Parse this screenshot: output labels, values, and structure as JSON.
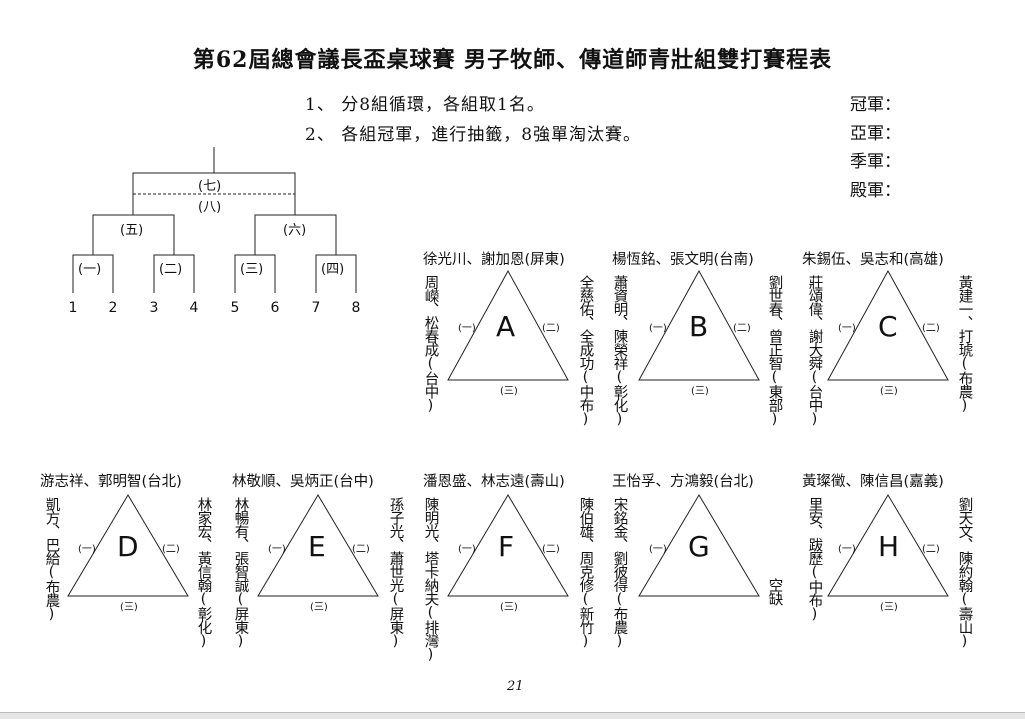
{
  "title": "第62屆總會議長盃桌球賽 男子牧師、傳道師青壯組雙打賽程表",
  "rules": [
    "1、 分8組循環，各組取1名。",
    "2、 各組冠軍，進行抽籤，8強單淘汰賽。"
  ],
  "medals": [
    "冠軍：",
    "亞軍：",
    "季軍：",
    "殿軍："
  ],
  "bracket": {
    "final_label": "(七)",
    "third_place_label": "(八)",
    "semi_labels": [
      "(五)",
      "(六)"
    ],
    "quarter_labels": [
      "(一)",
      "(二)",
      "(三)",
      "(四)"
    ],
    "seeds": [
      "1",
      "2",
      "3",
      "4",
      "5",
      "6",
      "7",
      "8"
    ]
  },
  "match_labels": [
    "(一)",
    "(二)",
    "(三)"
  ],
  "groups": [
    {
      "letter": "A",
      "top": "徐光川、謝加恩(屏東)",
      "left": "周嶸、松春成(台中)",
      "right": "全慈佑、全成功(中布)"
    },
    {
      "letter": "B",
      "top": "楊恆銘、張文明(台南)",
      "left": "蕭資明、陳榮祥(彰化)",
      "right": "劉世春、曾正智(東部)"
    },
    {
      "letter": "C",
      "top": "朱錫伍、吳志和(高雄)",
      "left": "莊頌偉、謝大舜(台中)",
      "right": "黃建一、打琥(布農)"
    },
    {
      "letter": "D",
      "top": "游志祥、郭明智(台北)",
      "left": "凱方、巴給(布農)",
      "right": "林家宏、黃信翰(彰化)"
    },
    {
      "letter": "E",
      "top": "林敬順、吳炳正(台中)",
      "left": "林暢有、張智誠(屏東)",
      "right": "孫子光、蕭世光(屏東)"
    },
    {
      "letter": "F",
      "top": "潘恩盛、林志遠(壽山)",
      "left": "陳明光、塔卡納夫(排灣)",
      "right": "陳伯雄、周克修(新竹)"
    },
    {
      "letter": "G",
      "top": "王怡孚、方鴻毅(台北)",
      "left": "宋銘金、劉彼得(布農)",
      "right": "空缺"
    },
    {
      "letter": "H",
      "top": "黃璨徵、陳信昌(嘉義)",
      "left": "里安、跋歷(中布)",
      "right": "劉天文、陳約翰(壽山)"
    }
  ],
  "page_number": "21"
}
